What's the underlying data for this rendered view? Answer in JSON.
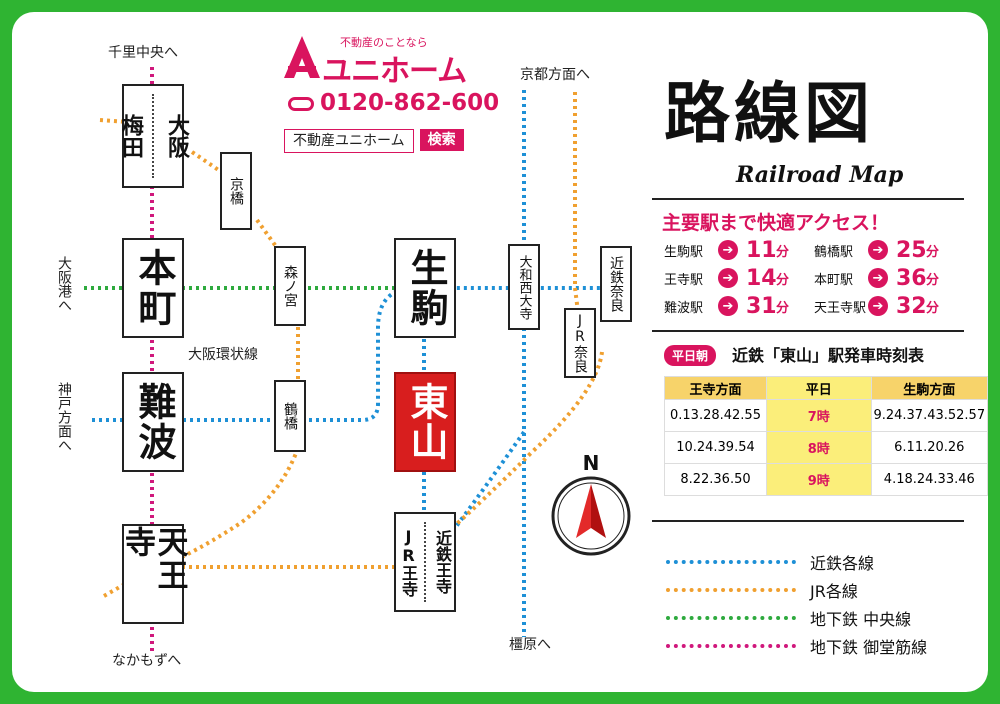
{
  "company": {
    "tagline": "不動産のことなら",
    "name": "ユニホーム",
    "phone": "0120-862-600",
    "search_text": "不動産ユニホーム",
    "search_button": "検索",
    "brand_color": "#d9145e"
  },
  "title": "路線図",
  "subtitle": "Railroad Map",
  "colors": {
    "kintetsu": "#1e90d6",
    "jr": "#f0a030",
    "subway_chuo": "#2eaa3e",
    "subway_midosuji": "#d0187c",
    "highlight": "#d81e1e"
  },
  "stations": {
    "umeda": "梅田",
    "osaka": "大阪",
    "kyobashi": "京橋",
    "morinomiya": "森ノ宮",
    "honmachi": "本町",
    "namba": "難波",
    "tsuruhashi": "鶴橋",
    "tennoji": "天王寺",
    "ikoma": "生駒",
    "higashiyama": "東山",
    "yamato_saidaiji": "大和西大寺",
    "kintetsu_nara": "近鉄奈良",
    "jr_nara": "JR奈良",
    "jr_oji": "JR王寺",
    "kintetsu_oji": "近鉄王寺"
  },
  "directions": {
    "senri": "千里中央へ",
    "osakako": "大阪港へ",
    "kobe": "神戸方面へ",
    "nakamozu": "なかもずへ",
    "kyoto": "京都方面へ",
    "kashihara": "橿原へ"
  },
  "loop_line_label": "大阪環状線",
  "compass_label": "N",
  "access": {
    "title": "主要駅まで快適アクセス！",
    "unit": "分",
    "items": [
      {
        "station": "生駒駅",
        "minutes": "11"
      },
      {
        "station": "鶴橋駅",
        "minutes": "25"
      },
      {
        "station": "王寺駅",
        "minutes": "14"
      },
      {
        "station": "本町駅",
        "minutes": "36"
      },
      {
        "station": "難波駅",
        "minutes": "31"
      },
      {
        "station": "天王寺駅",
        "minutes": "32"
      }
    ]
  },
  "timetable": {
    "badge": "平日朝",
    "title": "近鉄「東山」駅発車時刻表",
    "headers": [
      "王寺方面",
      "平日",
      "生駒方面"
    ],
    "rows": [
      {
        "oji": "0.13.28.42.55",
        "hour": "7時",
        "ikoma": "9.24.37.43.52.57"
      },
      {
        "oji": "10.24.39.54",
        "hour": "8時",
        "ikoma": "6.11.20.26"
      },
      {
        "oji": "8.22.36.50",
        "hour": "9時",
        "ikoma": "4.18.24.33.46"
      }
    ]
  },
  "legend": [
    {
      "label": "近鉄各線",
      "color": "#1e90d6"
    },
    {
      "label": "JR各線",
      "color": "#f0a030"
    },
    {
      "label": "地下鉄 中央線",
      "color": "#2eaa3e"
    },
    {
      "label": "地下鉄 御堂筋線",
      "color": "#d0187c"
    }
  ]
}
